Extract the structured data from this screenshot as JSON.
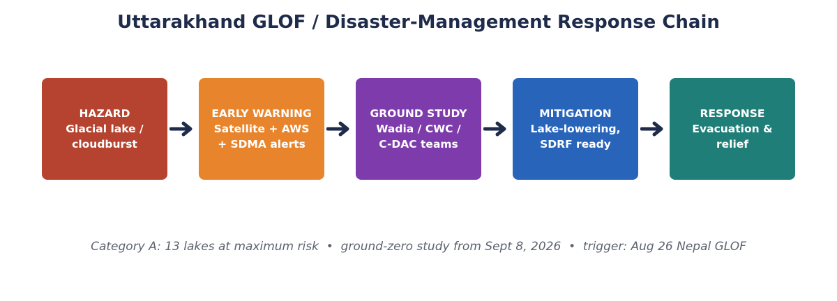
{
  "title": "Uttarakhand GLOF / Disaster-Management Response Chain",
  "boxes": [
    {
      "label": "HAZARD",
      "line1": "Glacial lake /",
      "line2": "cloudburst",
      "color": "#b5432f"
    },
    {
      "label": "EARLY WARNING",
      "line1": "Satellite + AWS",
      "line2": "+ SDMA alerts",
      "color": "#e8852c"
    },
    {
      "label": "GROUND STUDY",
      "line1": "Wadia / CWC /",
      "line2": "C-DAC teams",
      "color": "#7d3bab"
    },
    {
      "label": "MITIGATION",
      "line1": "Lake-lowering,",
      "line2": "SDRF ready",
      "color": "#2764ba"
    },
    {
      "label": "RESPONSE",
      "line1": "Evacuation &",
      "line2": "relief",
      "color": "#1f7f78"
    }
  ],
  "arrow_color": "#1e2b4a",
  "caption": "Category A: 13 lakes at maximum risk  •  ground-zero study from Sept 8, 2026  •  trigger: Aug 26 Nepal GLOF"
}
